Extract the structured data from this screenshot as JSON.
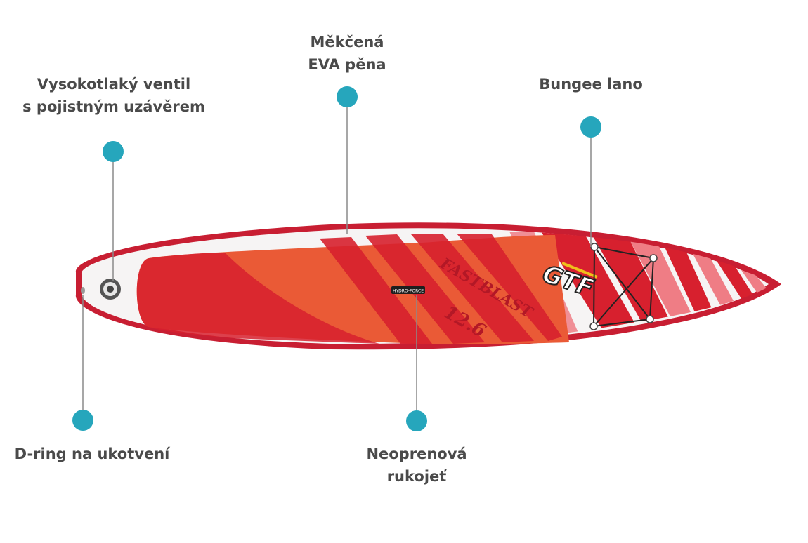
{
  "product": {
    "model_text": "FASTBLAST",
    "size_text": "12.6",
    "handle_brand": "HYDRO-FORCE",
    "logo_text": "GTF"
  },
  "colors": {
    "callout_dot": "#26a6bc",
    "leader_line": "#8a8a8a",
    "label_text": "#4a4a4a",
    "board_rim": "#c81e32",
    "board_white": "#f6f4f4",
    "deck_pad": "#ea5a36",
    "stripe_red": "#d7202e",
    "stripe_pink": "#ef7d85"
  },
  "callouts": [
    {
      "id": "valve",
      "lines": [
        "Vysokotlaký ventil",
        "s pojistným uzávěrem"
      ]
    },
    {
      "id": "eva",
      "lines": [
        "Měkčená",
        "EVA pěna"
      ]
    },
    {
      "id": "bungee",
      "lines": [
        "Bungee lano"
      ]
    },
    {
      "id": "dring",
      "lines": [
        "D-ring na ukotvení"
      ]
    },
    {
      "id": "handle",
      "lines": [
        "Neoprenová",
        "rukojeť"
      ]
    }
  ]
}
